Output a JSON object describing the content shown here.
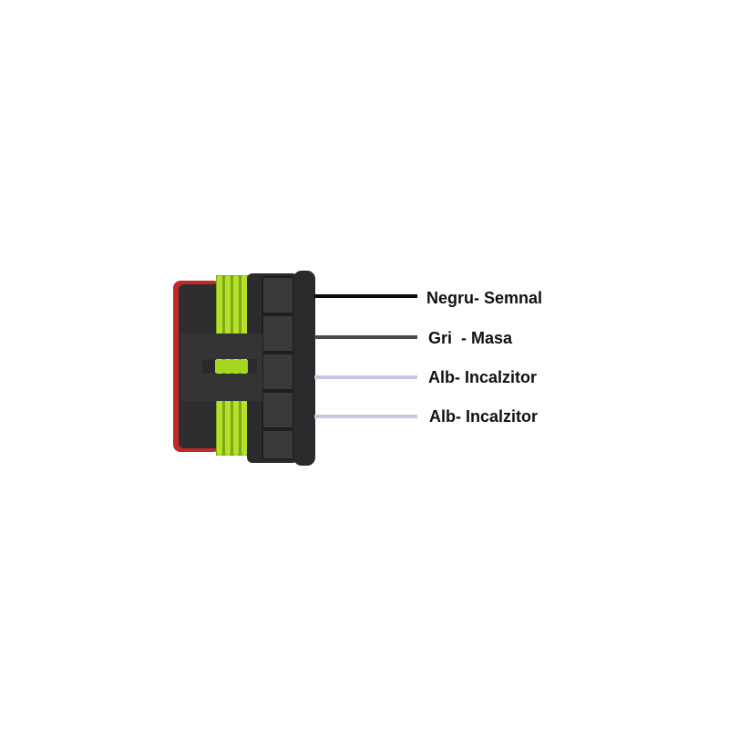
{
  "diagram": {
    "wires": [
      {
        "label": "Negru- Semnal",
        "color": "#0a0a0a"
      },
      {
        "label": "Gri  - Masa",
        "color": "#4a4a4a"
      },
      {
        "label": "Alb- Incalzitor",
        "color": "#c8c4e4"
      },
      {
        "label": "Alb- Incalzitor",
        "color": "#c8c4e4"
      }
    ],
    "colors": {
      "housing": "#2b2b2d",
      "seal": "#a6d61e",
      "back_shell": "#c0282a"
    }
  }
}
